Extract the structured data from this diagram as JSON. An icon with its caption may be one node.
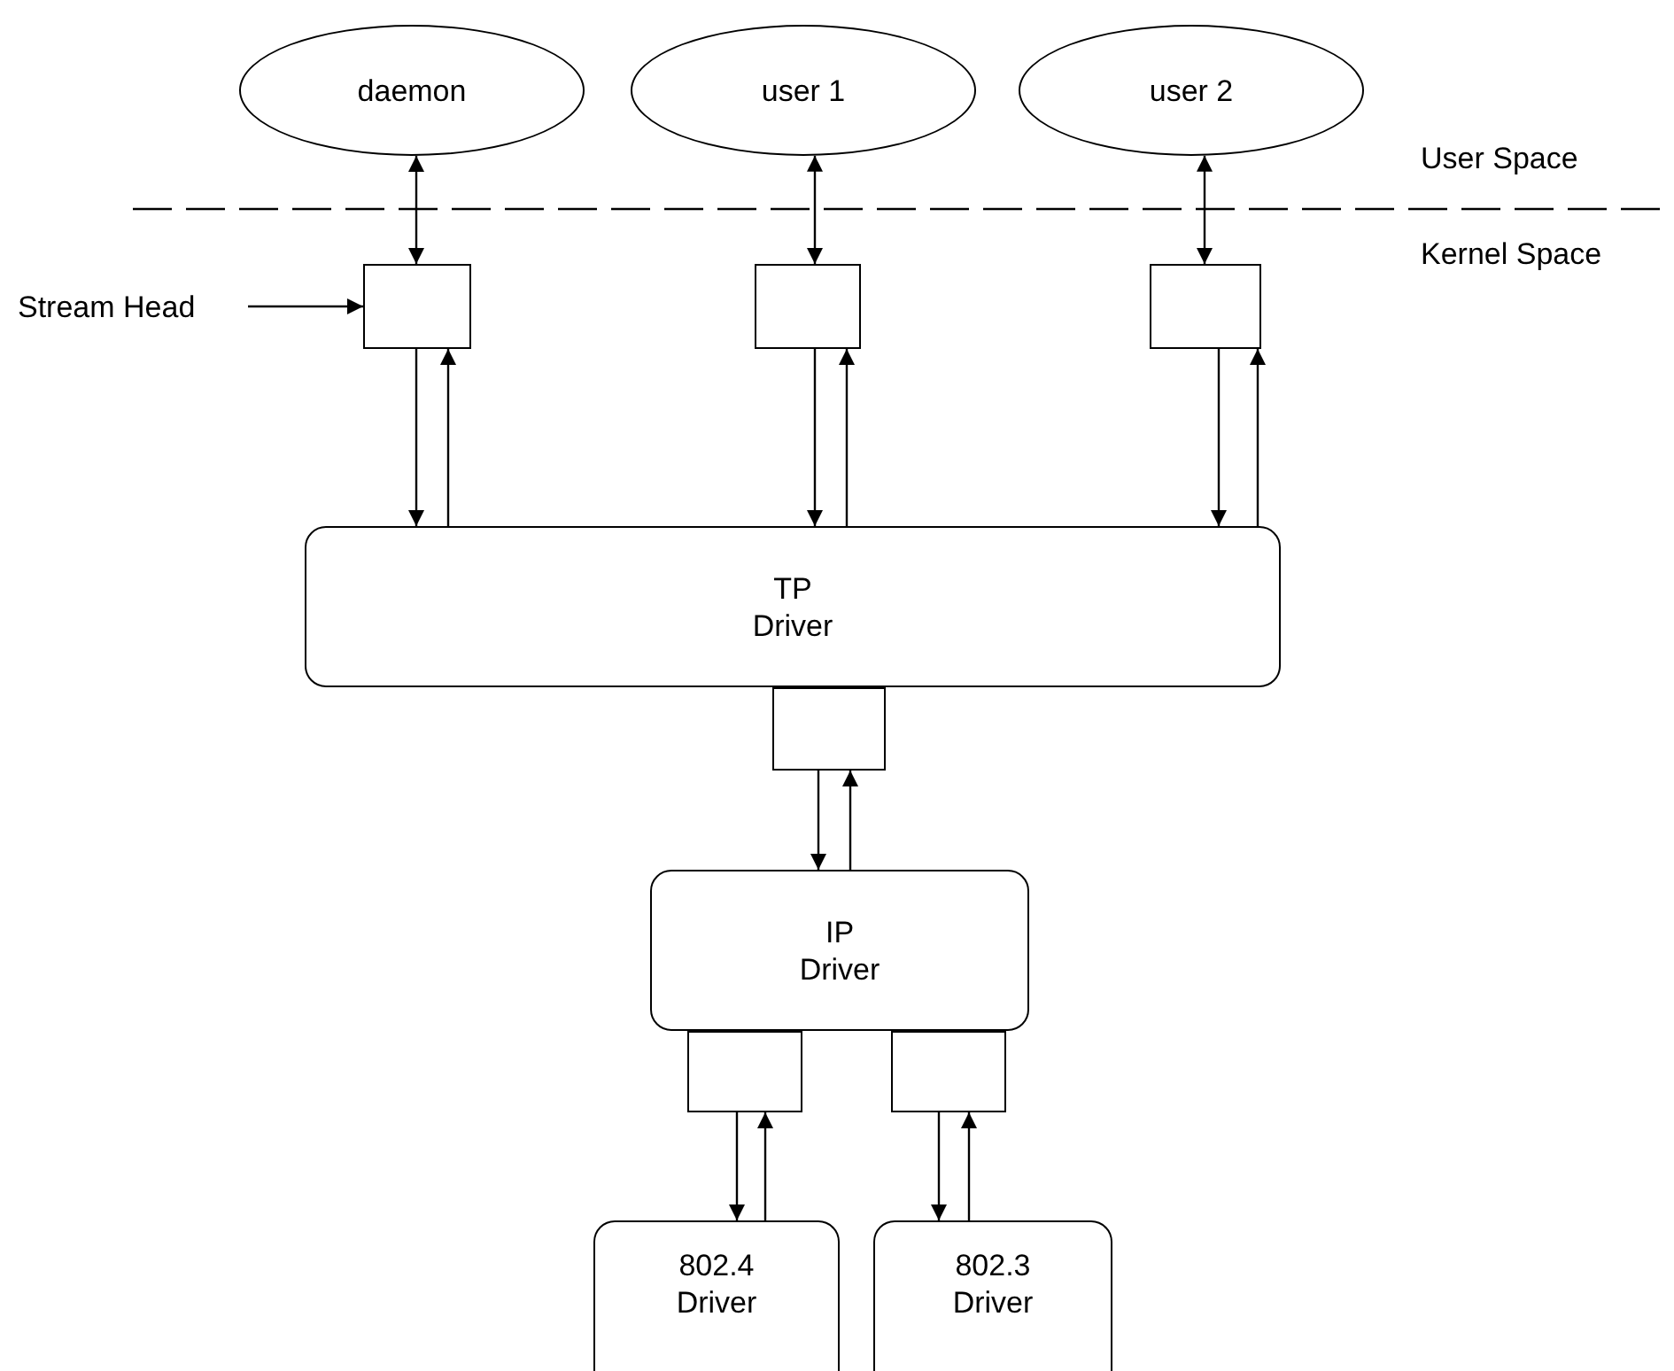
{
  "diagram": {
    "nodes": [
      {
        "text": [
          "daemon"
        ]
      },
      {
        "text": [
          "user 1"
        ]
      },
      {
        "text": [
          "user 2"
        ]
      },
      {
        "text": [
          "Stream Head"
        ]
      },
      {
        "text": [],
        "shape": "box"
      },
      {
        "text": [],
        "shape": "box"
      },
      {
        "text": [],
        "shape": "box"
      },
      {
        "text": [
          "TP Driver"
        ]
      },
      {
        "text": [],
        "shape": "box"
      },
      {
        "text": [
          "IP Driver"
        ]
      },
      {
        "text": [],
        "shape": "box"
      },
      {
        "text": [],
        "shape": "box"
      },
      {
        "text": [
          "802.4 Driver"
        ]
      },
      {
        "text": [
          "802.3 Driver"
        ]
      }
    ],
    "edges": [
      {
        "from": 0,
        "to": 4,
        "arrow": "both"
      },
      {
        "from": 1,
        "to": 5,
        "arrow": "both"
      },
      {
        "from": 2,
        "to": 6,
        "arrow": "both"
      },
      {
        "from": 3,
        "to": 4,
        "arrow": "to"
      },
      {
        "from": 4,
        "to": 7,
        "arrow": "to"
      },
      {
        "from": 7,
        "to": 4,
        "arrow": "to"
      },
      {
        "from": 5,
        "to": 7,
        "arrow": "to"
      },
      {
        "from": 7,
        "to": 5,
        "arrow": "to"
      },
      {
        "from": 6,
        "to": 7,
        "arrow": "to"
      },
      {
        "from": 7,
        "to": 6,
        "arrow": "to"
      },
      {
        "from": 8,
        "to": 9,
        "arrow": "to"
      },
      {
        "from": 9,
        "to": 8,
        "arrow": "to"
      },
      {
        "from": 10,
        "to": 12,
        "arrow": "to"
      },
      {
        "from": 12,
        "to": 10,
        "arrow": "to"
      },
      {
        "from": 11,
        "to": 13,
        "arrow": "to"
      },
      {
        "from": 13,
        "to": 11,
        "arrow": "to"
      }
    ],
    "labels": [
      "User Space",
      "Kernel Space"
    ]
  }
}
